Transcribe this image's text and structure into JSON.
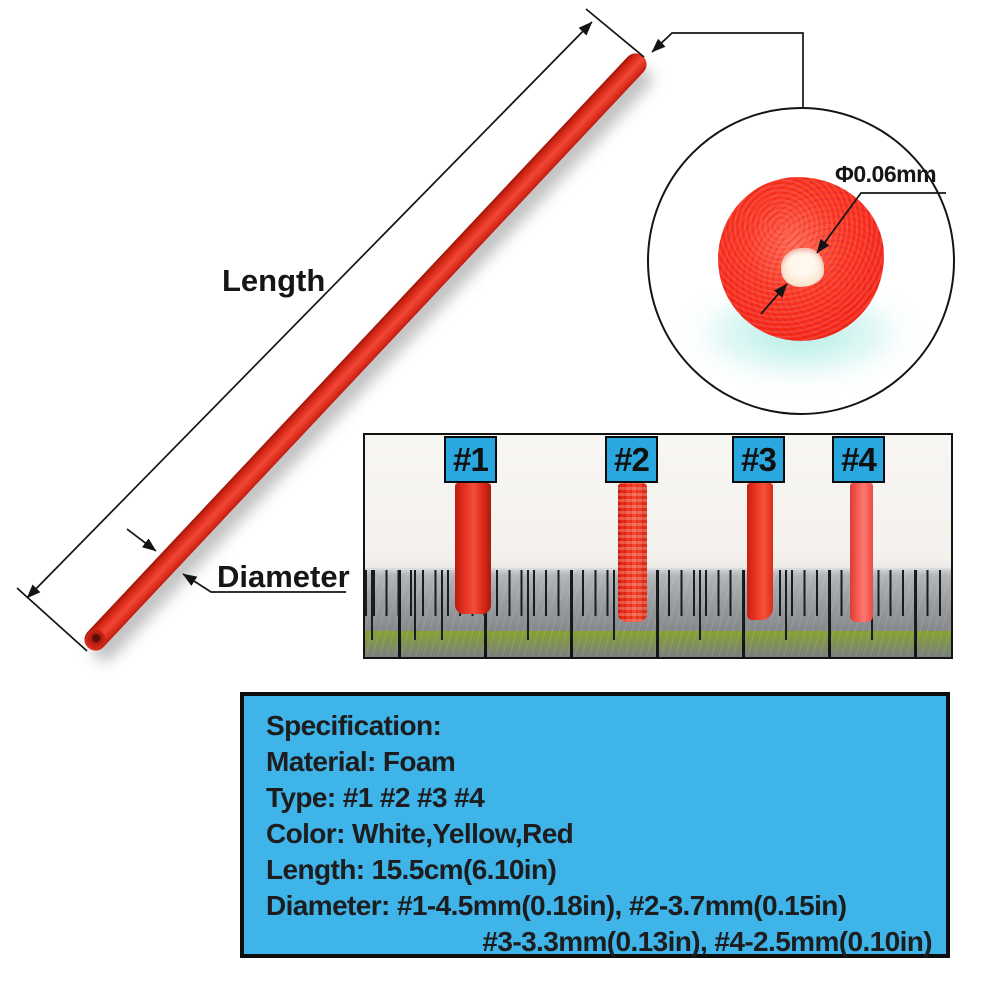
{
  "annotations": {
    "length_label": "Length",
    "diameter_label": "Diameter",
    "hole_diameter_label": "Φ0.06mm"
  },
  "size_comparison": {
    "tags": [
      "#1",
      "#2",
      "#3",
      "#4"
    ]
  },
  "specification_box": {
    "lines": [
      "Specification:",
      "Material: Foam",
      "Type: #1 #2 #3 #4",
      "Color: White,Yellow,Red",
      "Length: 15.5cm(6.10in)",
      "Diameter: #1-4.5mm(0.18in), #2-3.7mm(0.15in)",
      "#3-3.3mm(0.13in), #4-2.5mm(0.10in)"
    ]
  },
  "colors": {
    "tag_blue": "#29a7de",
    "spec_box_blue": "#3eb4e8",
    "rod_red": "#d8261c",
    "foam_red": "#f62a18",
    "annotation_black": "#141414"
  }
}
